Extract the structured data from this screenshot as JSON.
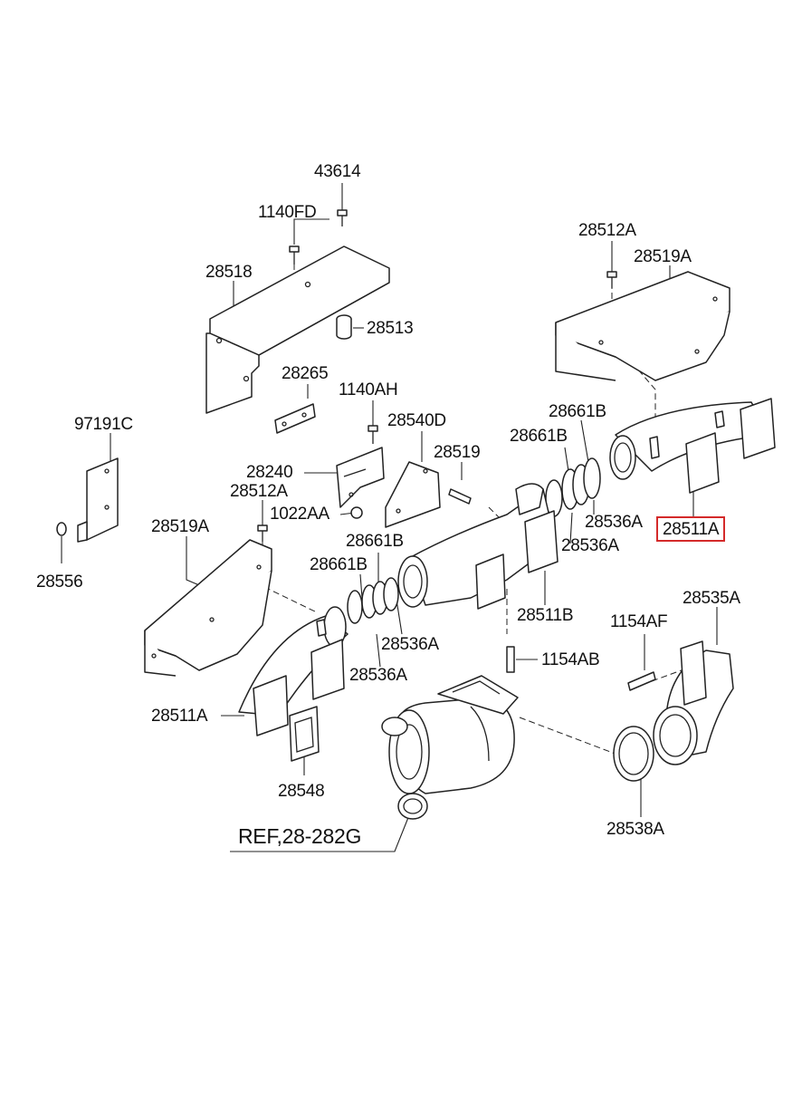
{
  "diagram": {
    "reference_label": "REF,28-282G",
    "highlighted_part": "28511A",
    "labels": {
      "p43614": "43614",
      "p1140FD": "1140FD",
      "p28518": "28518",
      "p28513": "28513",
      "p28512A_top": "28512A",
      "p28519A_top": "28519A",
      "p28265": "28265",
      "p1140AH": "1140AH",
      "p97191C": "97191C",
      "p28540D": "28540D",
      "p28661B_top1": "28661B",
      "p28661B_top2": "28661B",
      "p28519": "28519",
      "p28240": "28240",
      "p28512A_mid": "28512A",
      "p1022AA": "1022AA",
      "p28519A_left": "28519A",
      "p28536A_r1": "28536A",
      "p28536A_r2": "28536A",
      "p28511A_highlight": "28511A",
      "p28661B_mid1": "28661B",
      "p28661B_mid2": "28661B",
      "p28556": "28556",
      "p28511B": "28511B",
      "p28535A": "28535A",
      "p1154AF": "1154AF",
      "p28536A_m1": "28536A",
      "p28536A_m2": "28536A",
      "p1154AB": "1154AB",
      "p28511A_left": "28511A",
      "p28548": "28548",
      "p28538A": "28538A",
      "pREF": "REF,28-282G"
    }
  }
}
